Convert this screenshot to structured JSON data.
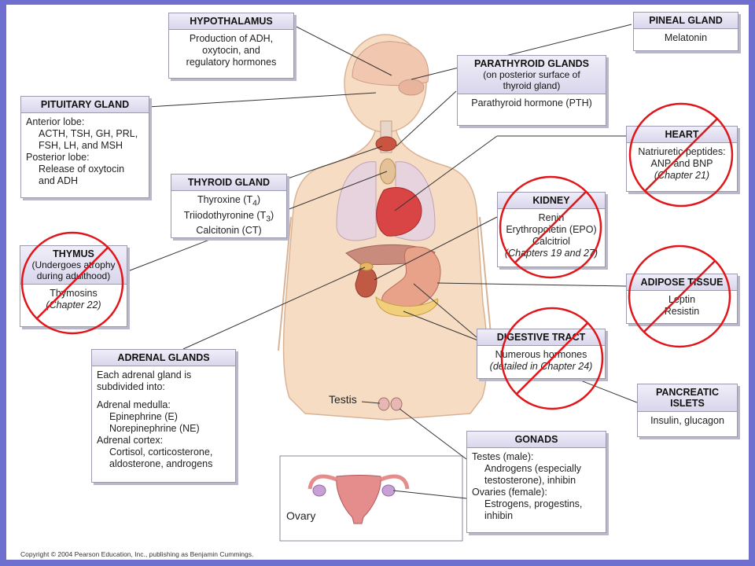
{
  "boxes": {
    "hypothalamus": {
      "title": "HYPOTHALAMUS",
      "lines": [
        "Production of ADH,",
        "oxytocin, and",
        "regulatory hormones"
      ]
    },
    "pineal": {
      "title": "PINEAL GLAND",
      "lines": [
        "Melatonin"
      ]
    },
    "pituitary": {
      "title": "PITUITARY GLAND",
      "lines": [
        "Anterior lobe:",
        "ACTH, TSH, GH, PRL,",
        "FSH, LH, and MSH",
        "Posterior lobe:",
        "Release of oxytocin",
        "and ADH"
      ]
    },
    "parathyroid": {
      "title": "PARATHYROID GLANDS",
      "subtitle": [
        "(on posterior surface of",
        "thyroid gland)"
      ],
      "lines": [
        "Parathyroid hormone (PTH)"
      ]
    },
    "heart": {
      "title": "HEART",
      "lines": [
        "Natriuretic peptides:",
        "ANP and BNP",
        "(Chapter 21)"
      ]
    },
    "thyroid": {
      "title": "THYROID GLAND",
      "line1": "Thyroxine (T",
      "sub1": "4",
      "line1_end": ")",
      "line2": "Triiodothyronine (T",
      "sub2": "3",
      "line2_end": ")",
      "line3": "Calcitonin (CT)"
    },
    "kidney": {
      "title": "KIDNEY",
      "lines": [
        "Renin",
        "Erythropoietin (EPO)",
        "Calcitriol",
        "(Chapters 19 and 27)"
      ]
    },
    "thymus": {
      "title": "THYMUS",
      "subtitle": [
        "(Undergoes atrophy",
        "during adulthood)"
      ],
      "lines": [
        "Thymosins",
        "(Chapter 22)"
      ]
    },
    "adipose": {
      "title": "ADIPOSE TISSUE",
      "lines": [
        "Leptin",
        "Resistin"
      ]
    },
    "digestive": {
      "title": "DIGESTIVE TRACT",
      "lines": [
        "Numerous hormones",
        "(detailed in Chapter 24)"
      ]
    },
    "adrenal": {
      "title": "ADRENAL GLANDS",
      "lines": [
        "Each adrenal gland is",
        "subdivided into:",
        "Adrenal medulla:",
        "Epinephrine (E)",
        "Norepinephrine (NE)",
        "Adrenal cortex:",
        "Cortisol, corticosterone,",
        "aldosterone, androgens"
      ]
    },
    "pancreatic": {
      "title": "PANCREATIC",
      "title2": "ISLETS",
      "lines": [
        "Insulin, glucagon"
      ]
    },
    "gonads": {
      "title": "GONADS",
      "lines": [
        "Testes (male):",
        "Androgens (especially",
        "testosterone), inhibin",
        "Ovaries (female):",
        "Estrogens, progestins,",
        "inhibin"
      ]
    }
  },
  "labels": {
    "testis": "Testis",
    "ovary": "Ovary"
  },
  "copyright": "Copyright © 2004 Pearson Education, Inc., publishing as Benjamin Cummings.",
  "colors": {
    "frame": "#6f6fd0",
    "header": "#dcd9ee",
    "x_mark": "#e0161b",
    "skin": "#f5d3b8"
  }
}
